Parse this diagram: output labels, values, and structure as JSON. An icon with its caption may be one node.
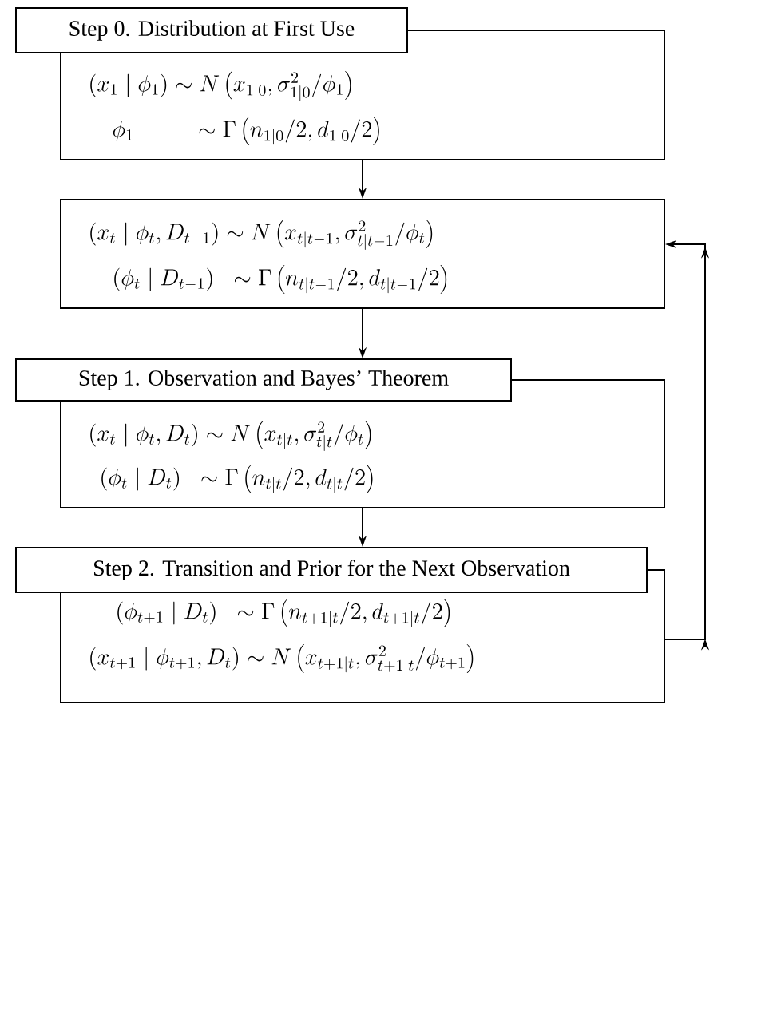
{
  "diagram": {
    "nodes": [
      {
        "text": [
          "Step 0.  Distribution at First Use",
          "(x_1 \\mid \\phi_1) \\sim N\\left(x_{1|0}, \\sigma^2_{1|0}/\\phi_1\\right)",
          "\\phi_1 \\qquad\\;\\; \\sim \\Gamma\\left(n_{1|0}/2, d_{1|0}/2\\right)"
        ]
      },
      {
        "text": [
          "(x_t \\mid \\phi_t, D_{t-1}) \\sim N\\left(x_{t|t-1}, \\sigma^2_{t|t-1}/\\phi_t\\right)",
          "(\\phi_t \\mid D_{t-1}) \\;\\; \\sim \\Gamma\\left(n_{t|t-1}/2, d_{t|t-1}/2\\right)"
        ]
      },
      {
        "text": [
          "Step 1.  Observation and Bayes’ Theorem",
          "(x_t \\mid \\phi_t, D_t) \\sim N\\left(x_{t|t}, \\sigma^2_{t|t}/\\phi_t\\right)",
          "(\\phi_t \\mid D_t) \\;\\; \\sim \\Gamma\\left(n_{t|t}/2, d_{t|t}/2\\right)"
        ]
      },
      {
        "text": [
          "Step 2.  Transition and Prior for the Next Observation",
          "(\\phi_{t+1} \\mid D_t) \\;\\; \\sim \\Gamma\\left(n_{t+1|t}/2, d_{t+1|t}/2\\right)",
          "(x_{t+1} \\mid \\phi_{t+1}, D_t) \\sim N\\left(x_{t+1|t}, \\sigma^2_{t+1|t}/\\phi_{t+1}\\right)"
        ]
      }
    ],
    "edges": [
      {
        "from": 0,
        "to": 1,
        "arrow": "to"
      },
      {
        "from": 1,
        "to": 2,
        "arrow": "to"
      },
      {
        "from": 2,
        "to": 3,
        "arrow": "to"
      },
      {
        "from": 3,
        "to": 1,
        "arrow": "to"
      }
    ]
  }
}
